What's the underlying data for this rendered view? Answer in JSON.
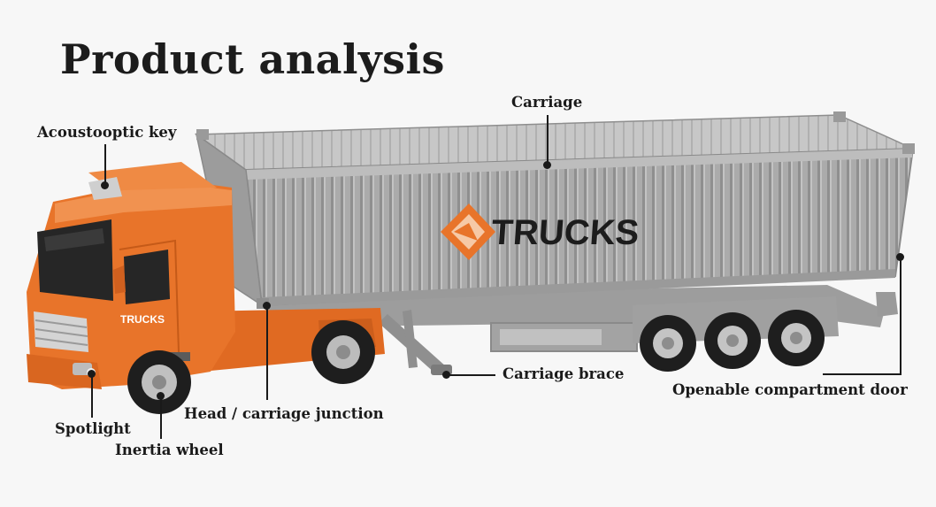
{
  "title": "Product analysis",
  "brand_text": "TRUCKS",
  "cab_badge": "TRUCKS",
  "labels": {
    "acoustooptic_key": "Acoustooptic key",
    "carriage": "Carriage",
    "spotlight": "Spotlight",
    "inertia_wheel": "Inertia wheel",
    "head_junction": "Head / carriage junction",
    "carriage_brace": "Carriage brace",
    "compartment_door": "Openable compartment door"
  },
  "colors": {
    "cab": "#e8742a",
    "container": "#a9a9a9",
    "text": "#1a1a1a"
  }
}
